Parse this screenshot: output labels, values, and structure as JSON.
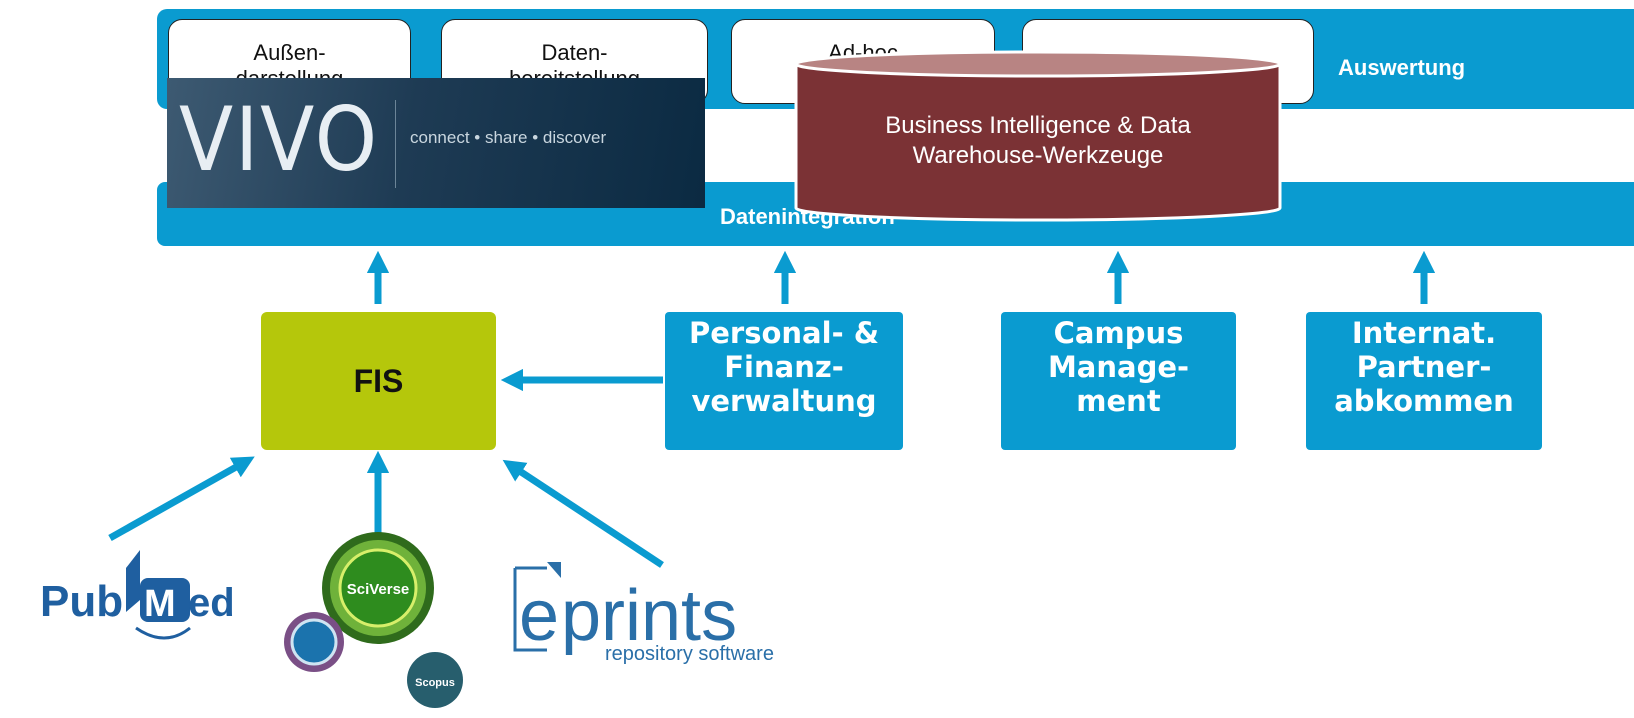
{
  "auswertung": {
    "label": "Auswertung",
    "boxes": [
      {
        "line1": "Außen-",
        "line2": "darstellung"
      },
      {
        "line1": "Daten-",
        "line2": "bereitstellung"
      },
      {
        "line1": "Ad-hoc",
        "line2": ""
      },
      {
        "line1": "",
        "line2": ""
      }
    ]
  },
  "vivo": {
    "word": "VIVO",
    "tagline": "connect • share • discover"
  },
  "bi": {
    "line1": "Business Intelligence & Data",
    "line2": "Warehouse-Werkzeuge"
  },
  "datenintegration": {
    "label": "Datenintegration"
  },
  "fis": {
    "label": "FIS"
  },
  "sources": [
    {
      "line1": "Personal- &",
      "line2": "Finanz-",
      "line3": "verwaltung"
    },
    {
      "line1": "Campus",
      "line2": "Manage-",
      "line3": "ment"
    },
    {
      "line1": "Internat.",
      "line2": "Partner-",
      "line3": "abkommen"
    }
  ],
  "logos": {
    "pubmed": {
      "text1": "Pub",
      "text2": "Med"
    },
    "sciverse": {
      "text1": "SciVerse",
      "text2": "Scopus"
    },
    "eprints": {
      "text1": "e",
      "text2": "prints",
      "text3": "repository software"
    }
  },
  "colors": {
    "blue": "#0a9bd0",
    "fis_green": "#b5c70b",
    "cylinder": "#7b3235",
    "cylinder_top": "#b88483"
  }
}
